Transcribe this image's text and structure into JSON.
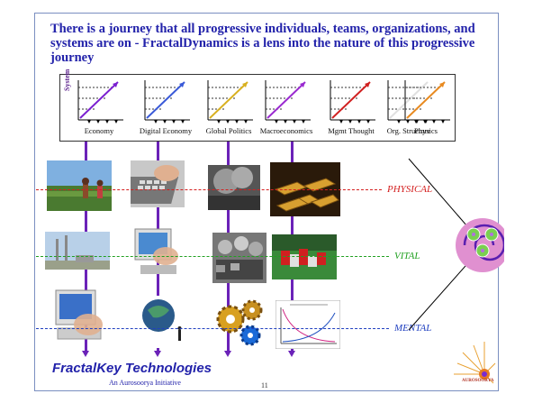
{
  "title": "There is a journey that all progressive individuals, teams, organizations, and systems are on - FractalDynamics is a lens into the nature of this progressive journey",
  "system_label": "System",
  "domains": [
    "Economy",
    "Digital Economy",
    "Global Politics",
    "Macroeconomics",
    "Mgmt Thought",
    "Org. Structure",
    "Physics"
  ],
  "levels": {
    "physical": "PHYSICAL",
    "vital": "VITAL",
    "mental": "MENTAL"
  },
  "brand": "FractalKey Technologies",
  "tagline": "An Aurosoorya Initiative",
  "page_number": "11",
  "logo_text": "AUROSOORYA",
  "colors": {
    "title": "#2222aa",
    "physical": "#d42020",
    "vital": "#20a020",
    "mental": "#2040c0",
    "connector": "#6b22b8"
  },
  "icons": [
    "journey-spiral-icon",
    "sun-logo-icon"
  ]
}
